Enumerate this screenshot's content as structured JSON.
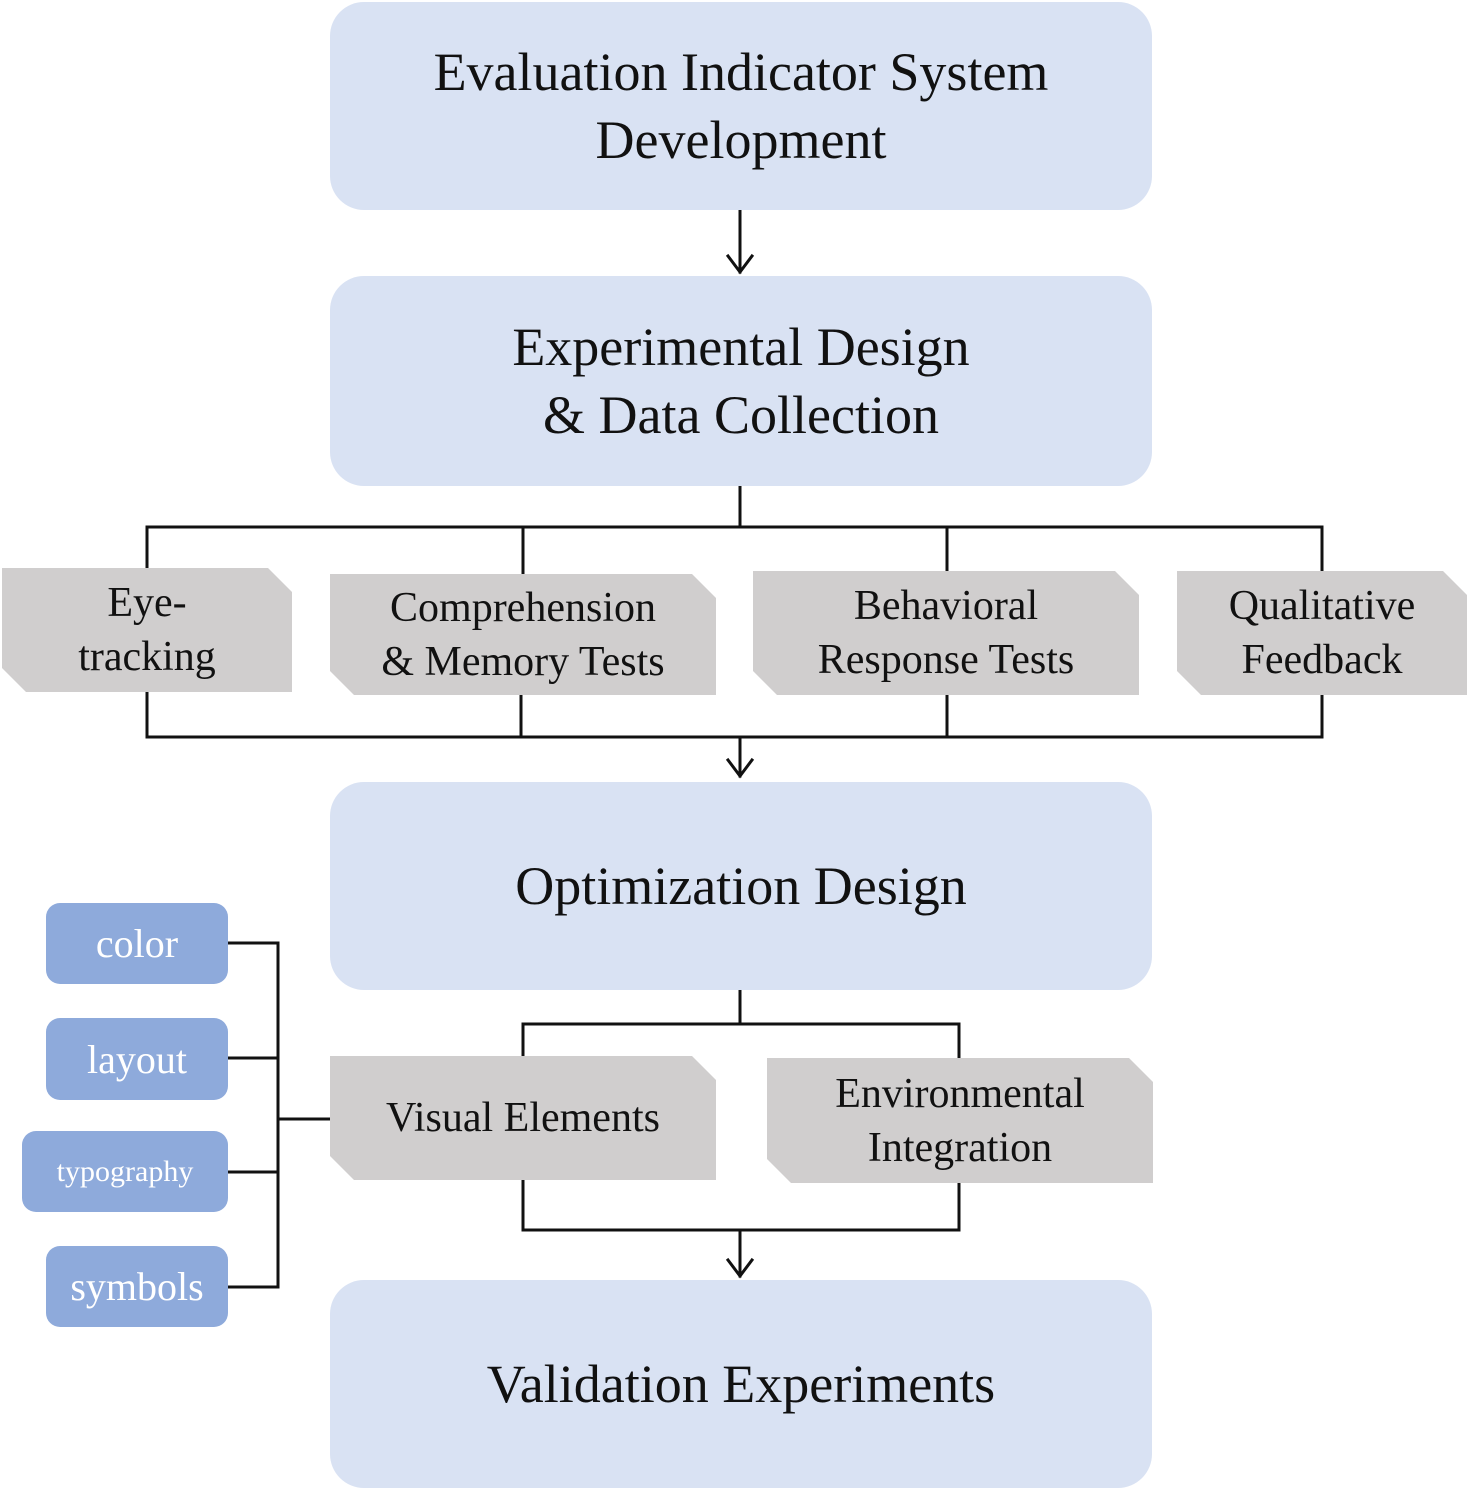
{
  "stages": {
    "evaluation": [
      "Evaluation Indicator System",
      "Development"
    ],
    "experimental": [
      "Experimental Design",
      "& Data Collection"
    ],
    "optimization": [
      "Optimization Design"
    ],
    "validation": [
      "Validation Experiments"
    ]
  },
  "methods": [
    [
      "Eye-",
      "tracking"
    ],
    [
      "Comprehension",
      "& Memory Tests"
    ],
    [
      "Behavioral",
      "Response Tests"
    ],
    [
      "Qualitative",
      "Feedback"
    ]
  ],
  "optimization_areas": [
    [
      "Visual Elements"
    ],
    [
      "Environmental",
      "Integration"
    ]
  ],
  "visual_factors": [
    "color",
    "layout",
    "typography",
    "symbols"
  ],
  "colors": {
    "stage_fill": "#d9e2f3",
    "tag_fill": "#d0cece",
    "chip_fill": "#8eaadb",
    "line": "#111111"
  }
}
